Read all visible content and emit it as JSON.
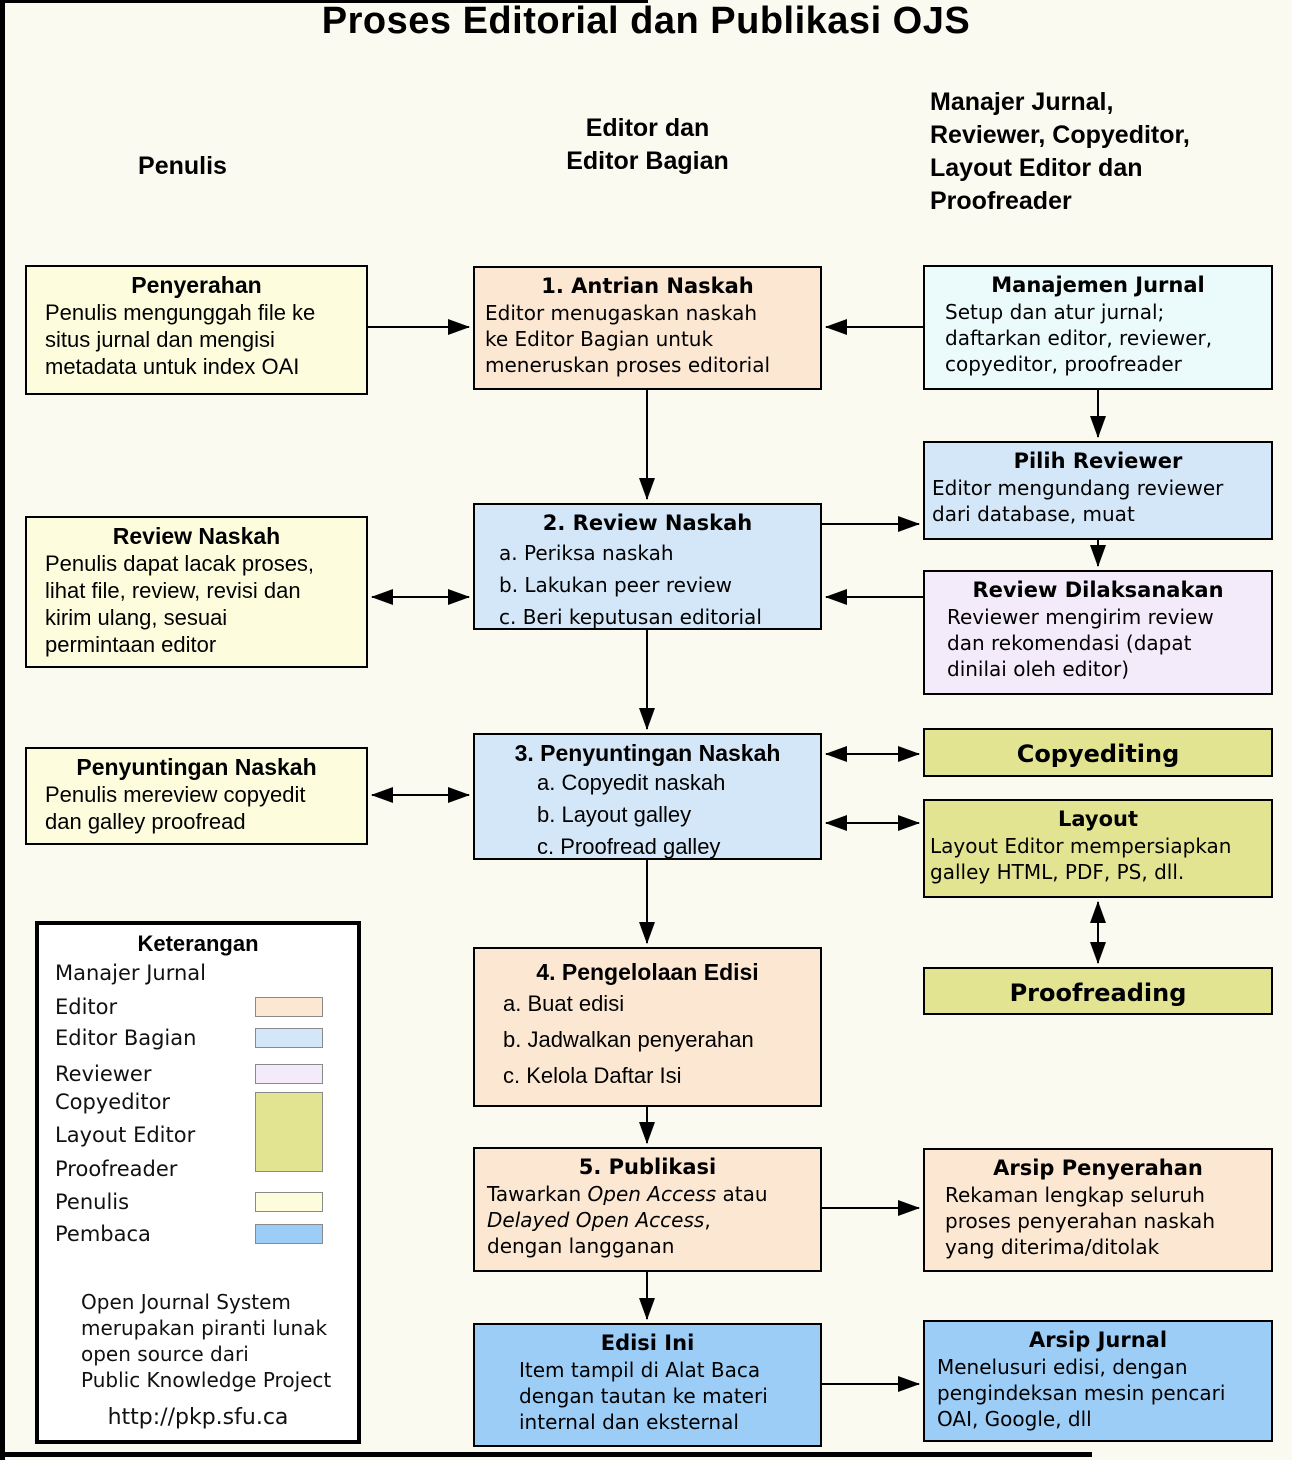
{
  "page": {
    "title": "Proses Editorial dan Publikasi OJS"
  },
  "colors": {
    "background": "#FAFAF0",
    "penulis": "#FDFDDE",
    "editor": "#FBE7D2",
    "editor_bagian": "#D4E7F8",
    "manajer_jurnal": "#EBFAFB",
    "reviewer": "#F3EAFA",
    "copy_layout_proof": "#E3E492",
    "pembaca": "#9BCDF6",
    "legend_bg": "#FFFFFF"
  },
  "column_headers": {
    "penulis": "Penulis",
    "editor_lines": [
      "Editor dan",
      "Editor Bagian"
    ],
    "roles_lines": [
      "Manajer Jurnal,",
      "Reviewer, Copyeditor,",
      "Layout Editor dan",
      "Proofreader"
    ]
  },
  "boxes": {
    "penyerahan": {
      "title": "Penyerahan",
      "lines": [
        "Penulis mengunggah file ke",
        "situs jurnal dan mengisi",
        "metadata untuk index OAI"
      ]
    },
    "review_naskah_penulis": {
      "title": "Review Naskah",
      "lines": [
        "Penulis dapat lacak proses,",
        "lihat file, review, revisi dan",
        "kirim ulang, sesuai",
        "permintaan editor"
      ]
    },
    "penyuntingan_penulis": {
      "title": "Penyuntingan Naskah",
      "lines": [
        "Penulis mereview copyedit",
        "dan galley proofread"
      ]
    },
    "antrian": {
      "title": "1. Antrian Naskah",
      "lines": [
        "Editor menugaskan naskah",
        "ke Editor Bagian untuk",
        "meneruskan proses editorial"
      ]
    },
    "review_naskah": {
      "title": "2. Review Naskah",
      "lines": [
        "a. Periksa naskah",
        "b. Lakukan peer review",
        "c. Beri keputusan editorial"
      ]
    },
    "penyuntingan": {
      "title": "3. Penyuntingan Naskah",
      "lines": [
        "a. Copyedit naskah",
        "b. Layout galley",
        "c. Proofread galley"
      ]
    },
    "pengelolaan": {
      "title": "4. Pengelolaan Edisi",
      "lines": [
        "a. Buat edisi",
        "b. Jadwalkan penyerahan",
        "c. Kelola Daftar Isi"
      ]
    },
    "publikasi": {
      "title": "5. Publikasi",
      "seg_tawarkan": "Tawarkan ",
      "seg_oa": "Open Access",
      "seg_atau": " atau",
      "seg_doa": "Delayed Open Access",
      "seg_comma": ",",
      "seg_last": "dengan langganan"
    },
    "edisi_ini": {
      "title": "Edisi Ini",
      "lines": [
        "Item tampil di Alat Baca",
        "dengan tautan ke materi",
        "internal dan eksternal"
      ]
    },
    "manajemen_jurnal": {
      "title": "Manajemen Jurnal",
      "lines": [
        "Setup dan atur jurnal;",
        "daftarkan editor, reviewer,",
        "copyeditor, proofreader"
      ]
    },
    "pilih_reviewer": {
      "title": "Pilih Reviewer",
      "lines": [
        "Editor mengundang reviewer",
        "dari database, muat"
      ]
    },
    "review_dilaksanakan": {
      "title": "Review Dilaksanakan",
      "lines": [
        "Reviewer mengirim review",
        "dan rekomendasi (dapat",
        "dinilai oleh editor)"
      ]
    },
    "copyediting": {
      "title": "Copyediting"
    },
    "layout": {
      "title": "Layout",
      "lines": [
        "Layout Editor mempersiapkan",
        "galley HTML, PDF, PS, dll."
      ]
    },
    "proofreading": {
      "title": "Proofreading"
    },
    "arsip_penyerahan": {
      "title": "Arsip Penyerahan",
      "lines": [
        "Rekaman lengkap seluruh",
        "proses penyerahan naskah",
        "yang diterima/ditolak"
      ]
    },
    "arsip_jurnal": {
      "title": "Arsip Jurnal",
      "lines": [
        "Menelusuri edisi, dengan",
        "pengindeksan mesin pencari",
        "OAI, Google, dll"
      ]
    }
  },
  "legend": {
    "title": "Keterangan",
    "items": [
      {
        "label": "Manajer Jurnal"
      },
      {
        "label": "Editor"
      },
      {
        "label": "Editor Bagian"
      },
      {
        "label": "Reviewer"
      },
      {
        "label": "Copyeditor"
      },
      {
        "label": "Layout Editor"
      },
      {
        "label": "Proofreader"
      },
      {
        "label": "Penulis"
      },
      {
        "label": "Pembaca"
      }
    ],
    "note_lines": [
      "Open Journal System",
      "merupakan piranti lunak",
      "open source dari",
      "Public Knowledge Project"
    ],
    "url": "http://pkp.sfu.ca"
  }
}
